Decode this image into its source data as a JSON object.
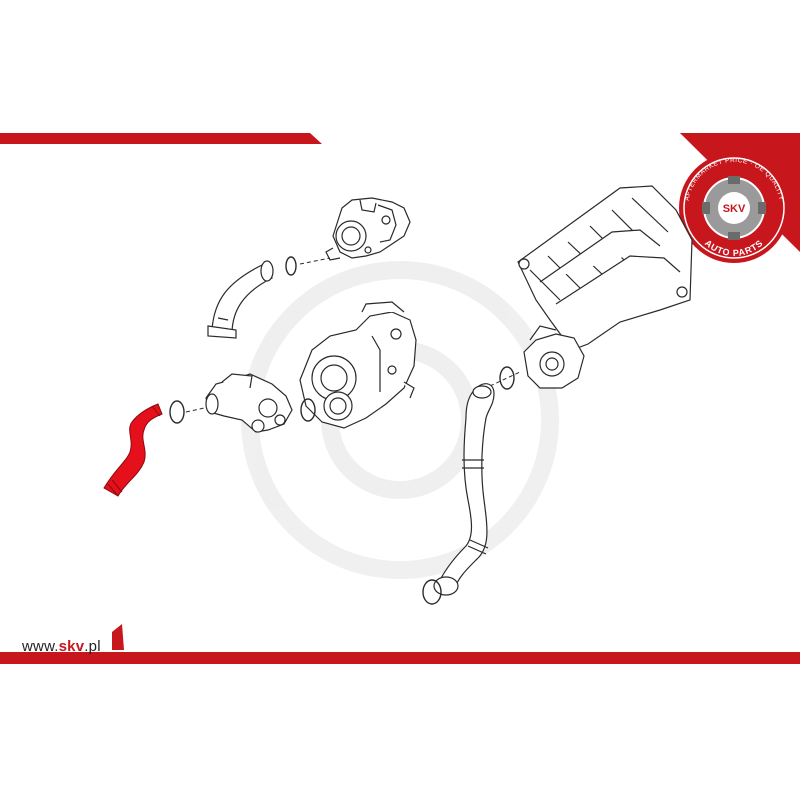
{
  "brand": {
    "accent_color": "#c8161d",
    "website_prefix": "www.",
    "website_name": "skv",
    "website_suffix": ".pl",
    "badge": {
      "center_text": "SKV",
      "top_ring_text": "AFTERMARKET PRICE · OE QUALITY",
      "bottom_ring_text": "AUTO PARTS"
    }
  },
  "diagram": {
    "highlighted_part": "intake-hose",
    "highlight_color": "#e5101b",
    "line_color": "#2a2a2a"
  }
}
